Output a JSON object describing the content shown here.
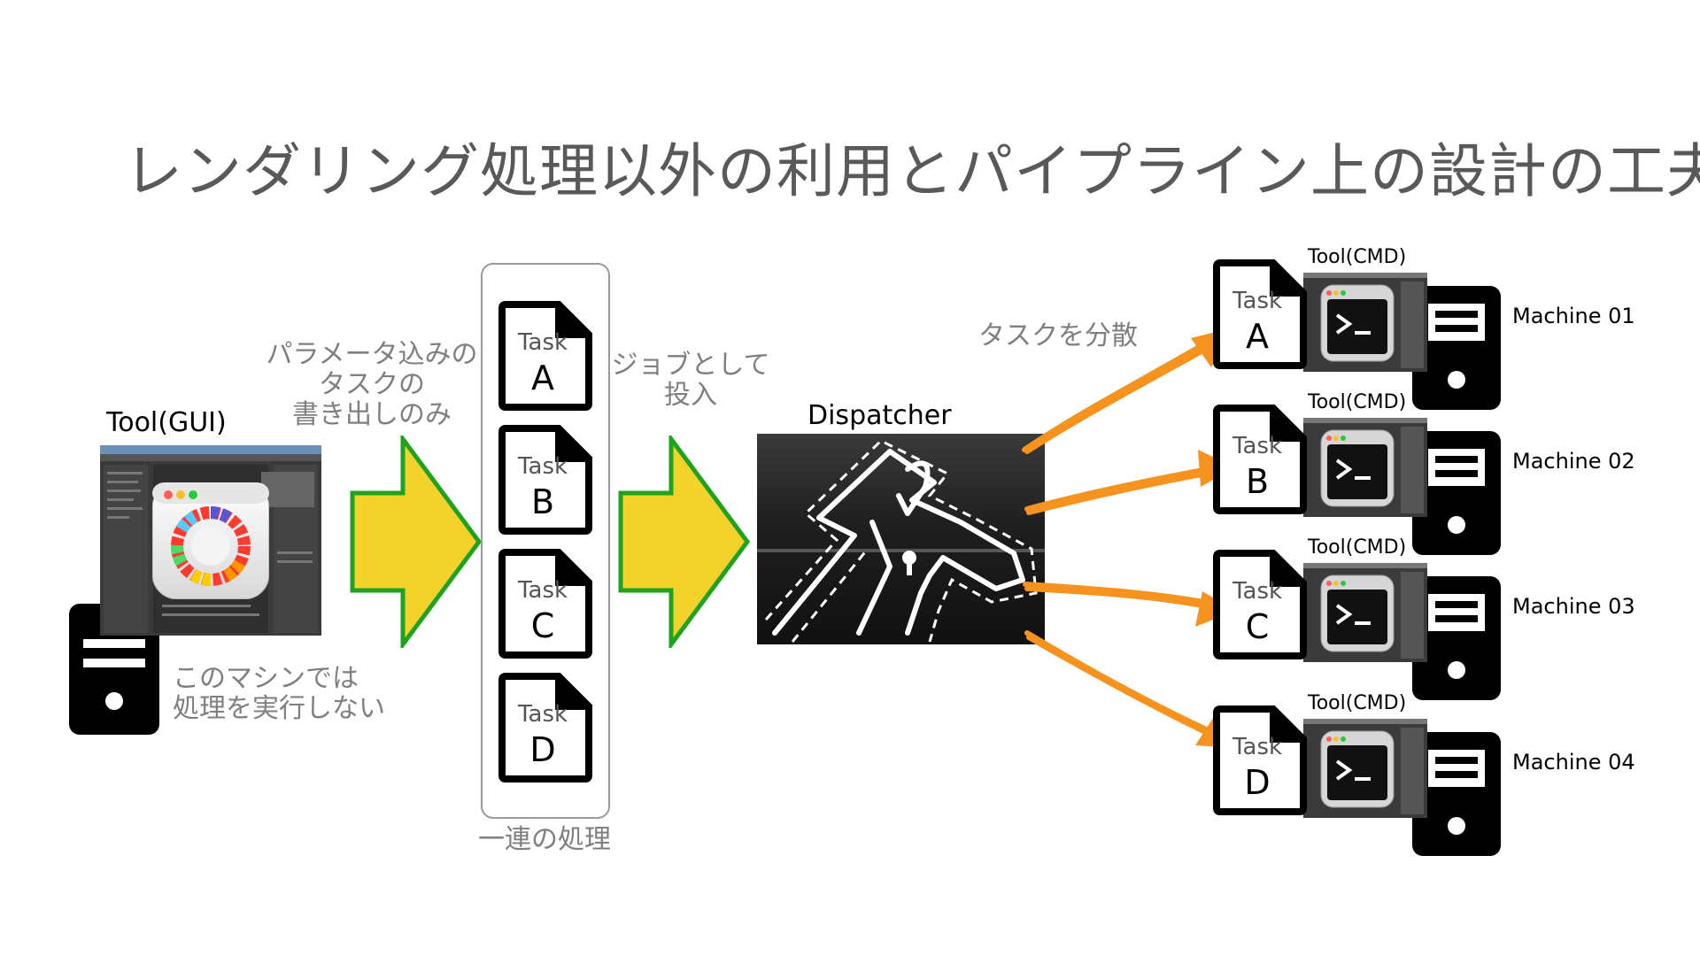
{
  "title": "レンダリング処理以外の利用とパイプライン上の設計の工夫",
  "tool_gui": {
    "label": "Tool(GUI)",
    "note_lines": [
      "このマシンでは",
      "処理を実行しない"
    ]
  },
  "export_caption": [
    "パラメータ込みの",
    "タスクの",
    "書き出しのみ"
  ],
  "job_caption": [
    "ジョブとして",
    "投入"
  ],
  "task_group": {
    "caption": "一連の処理",
    "tasks": [
      {
        "word": "Task",
        "letter": "A"
      },
      {
        "word": "Task",
        "letter": "B"
      },
      {
        "word": "Task",
        "letter": "C"
      },
      {
        "word": "Task",
        "letter": "D"
      }
    ]
  },
  "dispatcher": {
    "label": "Dispatcher"
  },
  "distribute_caption": "タスクを分散",
  "machines": [
    {
      "tool_label": "Tool(CMD)",
      "task_word": "Task",
      "task_letter": "A",
      "machine_label": "Machine 01"
    },
    {
      "tool_label": "Tool(CMD)",
      "task_word": "Task",
      "task_letter": "B",
      "machine_label": "Machine 02"
    },
    {
      "tool_label": "Tool(CMD)",
      "task_word": "Task",
      "task_letter": "C",
      "machine_label": "Machine 03"
    },
    {
      "tool_label": "Tool(CMD)",
      "task_word": "Task",
      "task_letter": "D",
      "machine_label": "Machine 04"
    }
  ],
  "colors": {
    "title": "#595959",
    "caption_gray": "#7f7f7f",
    "big_arrow_fill": "#f2d22b",
    "big_arrow_stroke": "#1fa31f",
    "scribble_arrow": "#f5931e",
    "icon_black": "#000000"
  },
  "icons": {
    "server": "server-tower-icon",
    "document": "document-icon",
    "terminal": "terminal-app-icon",
    "color_wheel": "color-wheel-app-icon",
    "chalk_outline": "chalk-body-outline-icon"
  }
}
